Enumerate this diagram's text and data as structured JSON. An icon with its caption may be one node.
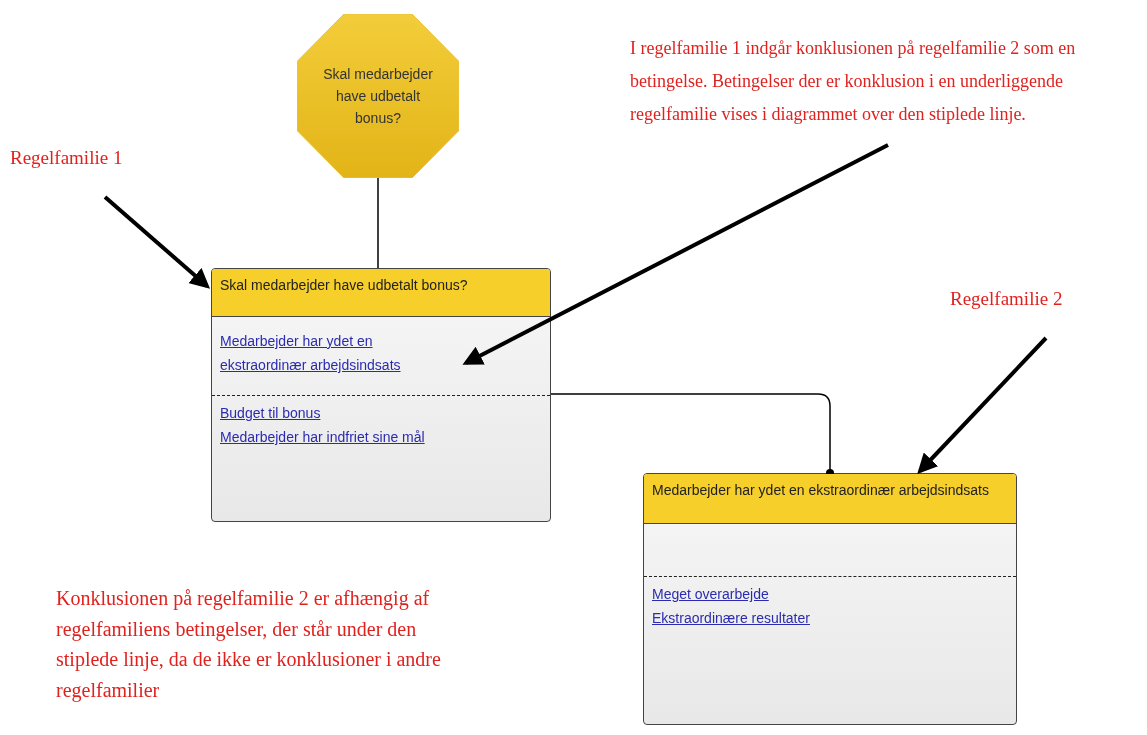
{
  "diagram": {
    "nodes": [
      {
        "text": [
          "Skal medarbejder have udbetalt bonus?"
        ]
      },
      {
        "text": [
          "Skal medarbejder have udbetalt bonus?"
        ]
      },
      {
        "text": [
          "Medarbejder har ydet en ekstraordinær arbejdsindsats"
        ],
        "in": 1
      },
      {
        "text": [
          "Budget til bonus"
        ],
        "in": 1
      },
      {
        "text": [
          "Medarbejder har indfriet sine mål"
        ],
        "in": 1
      },
      {
        "text": [
          "Medarbejder har ydet en ekstraordinær arbejdsindsats"
        ]
      },
      {
        "text": [
          "Meget overarbejde"
        ],
        "in": 5
      },
      {
        "text": [
          "Ekstraordinære resultater"
        ],
        "in": 5
      },
      {
        "text": [
          "Regelfamilie 1"
        ]
      },
      {
        "text": [
          "I regelfamilie 1 indgår konklusionen på regelfamilie 2 som en betingelse. Betingelser der er konklusion i en underliggende regelfamilie vises i diagrammet over den stiplede linje."
        ]
      },
      {
        "text": [
          "Regelfamilie 2"
        ]
      }
    ],
    "edges": [
      {
        "from": 0,
        "to": 1,
        "arrow": "none"
      },
      {
        "from": 1,
        "to": 5,
        "arrow": "other"
      },
      {
        "from": 8,
        "to": 1,
        "arrow": "to"
      },
      {
        "from": 9,
        "to": 2,
        "arrow": "to"
      },
      {
        "from": 10,
        "to": 5,
        "arrow": "to"
      }
    ],
    "labels": [
      "Konklusionen på regelfamilie 2 er afhængig af regelfamiliens betingelser, der står under den stiplede linje, da de ikke er konklusioner i andre regelfamilier"
    ]
  }
}
